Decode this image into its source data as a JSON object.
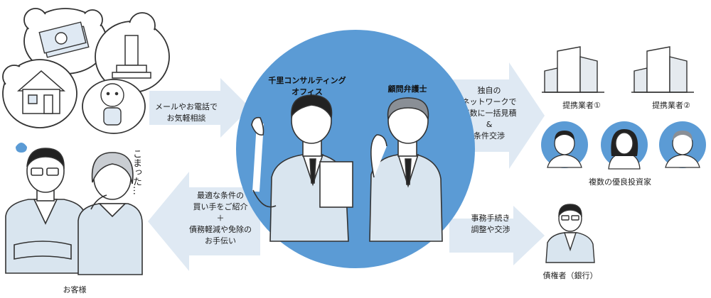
{
  "colors": {
    "arrow": "#dfe9f3",
    "circle": "#5b9bd5",
    "line": "#333333",
    "cloud": "#ffffff",
    "suit": "#d9e5ef"
  },
  "left": {
    "customer_label": "お客様",
    "thought_text": "こまった…"
  },
  "arrows": {
    "to_center_text": [
      "メールやお電話で",
      "お気軽相談"
    ],
    "to_customer_text": [
      "最適な条件の",
      "買い手をご紹介",
      "＋",
      "債務軽減や免除の",
      "お手伝い"
    ],
    "to_buyers_text": [
      "独自の",
      "ネットワークで",
      "複数に一括見積",
      "&",
      "条件交渉"
    ],
    "to_creditor_text": [
      "事務手続き",
      "調整や交渉"
    ]
  },
  "center": {
    "office_label": [
      "千里コンサルティング",
      "オフィス"
    ],
    "lawyer_label": "顧問弁護士"
  },
  "right": {
    "partner1_label": "提携業者①",
    "partner2_label": "提携業者②",
    "investors_label": "複数の優良投資家",
    "creditor_label": "債権者（銀行）"
  }
}
